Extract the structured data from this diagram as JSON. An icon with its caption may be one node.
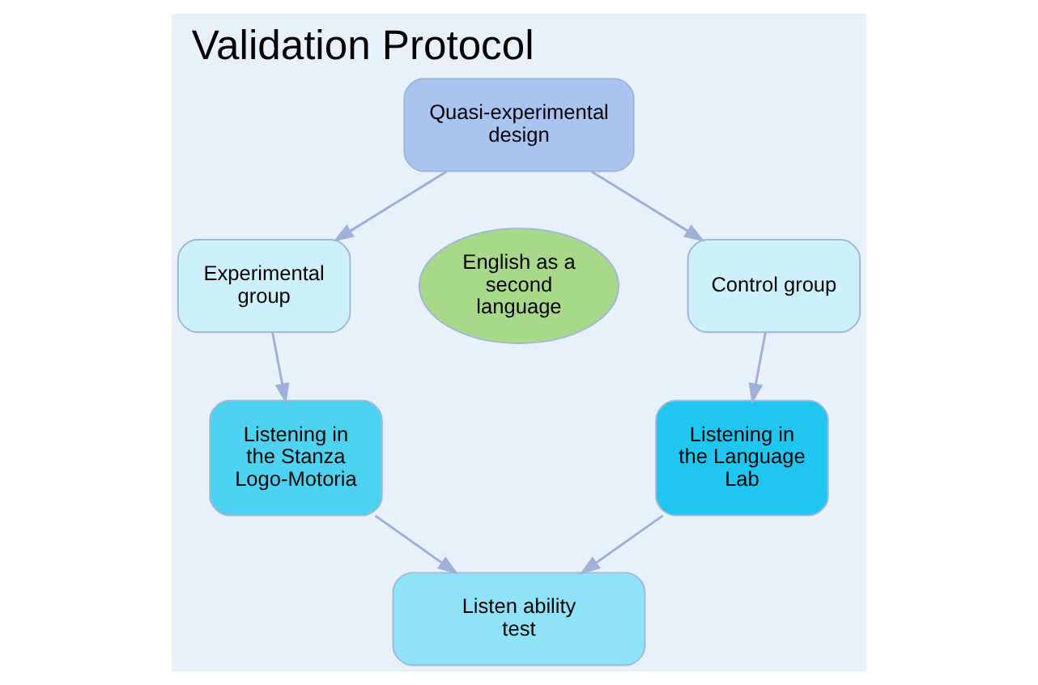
{
  "diagram": {
    "title": "Validation Protocol",
    "nodes": [
      {
        "text": [
          "Quasi-experimental design"
        ]
      },
      {
        "text": [
          "Experimental group"
        ]
      },
      {
        "text": [
          "Control group"
        ]
      },
      {
        "text": [
          "English as a second language"
        ]
      },
      {
        "text": [
          "Listening in the Stanza Logo-Motoria"
        ]
      },
      {
        "text": [
          "Listening in the Language Lab"
        ]
      },
      {
        "text": [
          "Listen ability test"
        ]
      }
    ],
    "edges": [
      {
        "from": 0,
        "to": 1,
        "arrow": "to"
      },
      {
        "from": 0,
        "to": 2,
        "arrow": "to"
      },
      {
        "from": 1,
        "to": 4,
        "arrow": "to"
      },
      {
        "from": 2,
        "to": 5,
        "arrow": "to"
      },
      {
        "from": 4,
        "to": 6,
        "arrow": "to"
      },
      {
        "from": 5,
        "to": 6,
        "arrow": "to"
      }
    ]
  }
}
